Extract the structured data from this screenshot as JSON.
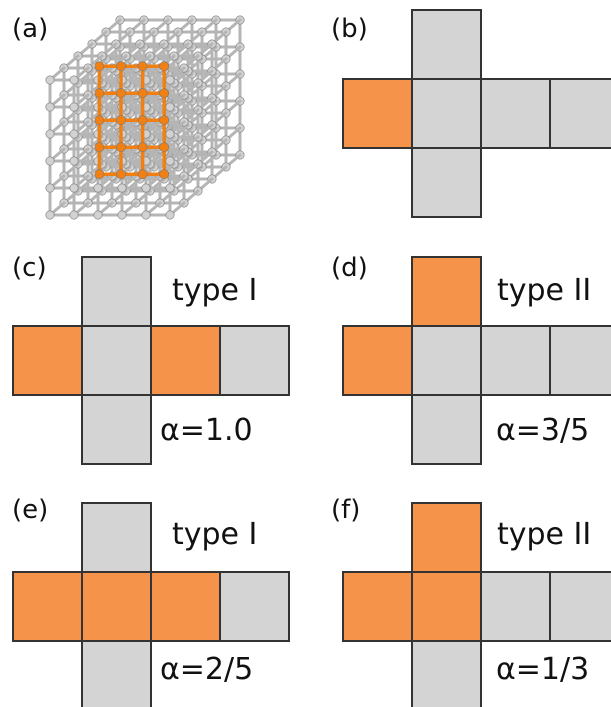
{
  "colors": {
    "highlighted": "#F5934A",
    "plain": "#D4D4D4",
    "edge": "#333333"
  },
  "panels": [
    {
      "label": "(a)",
      "content": "3D cubic lattice with one orange face plane"
    },
    {
      "label": "(b)",
      "cells": [
        "orange",
        "plain",
        "plain",
        "plain",
        "plain",
        "plain"
      ]
    },
    {
      "label": "(c)",
      "type": "type I",
      "alpha": "α=1.0",
      "cells": [
        "orange",
        "plain",
        "orange",
        "plain",
        "plain",
        "plain"
      ]
    },
    {
      "label": "(d)",
      "type": "type II",
      "alpha": "α=3/5",
      "cells": [
        "orange",
        "plain",
        "plain",
        "plain",
        "orange",
        "plain"
      ]
    },
    {
      "label": "(e)",
      "type": "type I",
      "alpha": "α=2/5",
      "cells": [
        "orange",
        "orange",
        "orange",
        "plain",
        "plain",
        "plain"
      ]
    },
    {
      "label": "(f)",
      "type": "type II",
      "alpha": "α=1/3",
      "cells": [
        "orange",
        "orange",
        "plain",
        "plain",
        "orange",
        "plain"
      ]
    }
  ]
}
